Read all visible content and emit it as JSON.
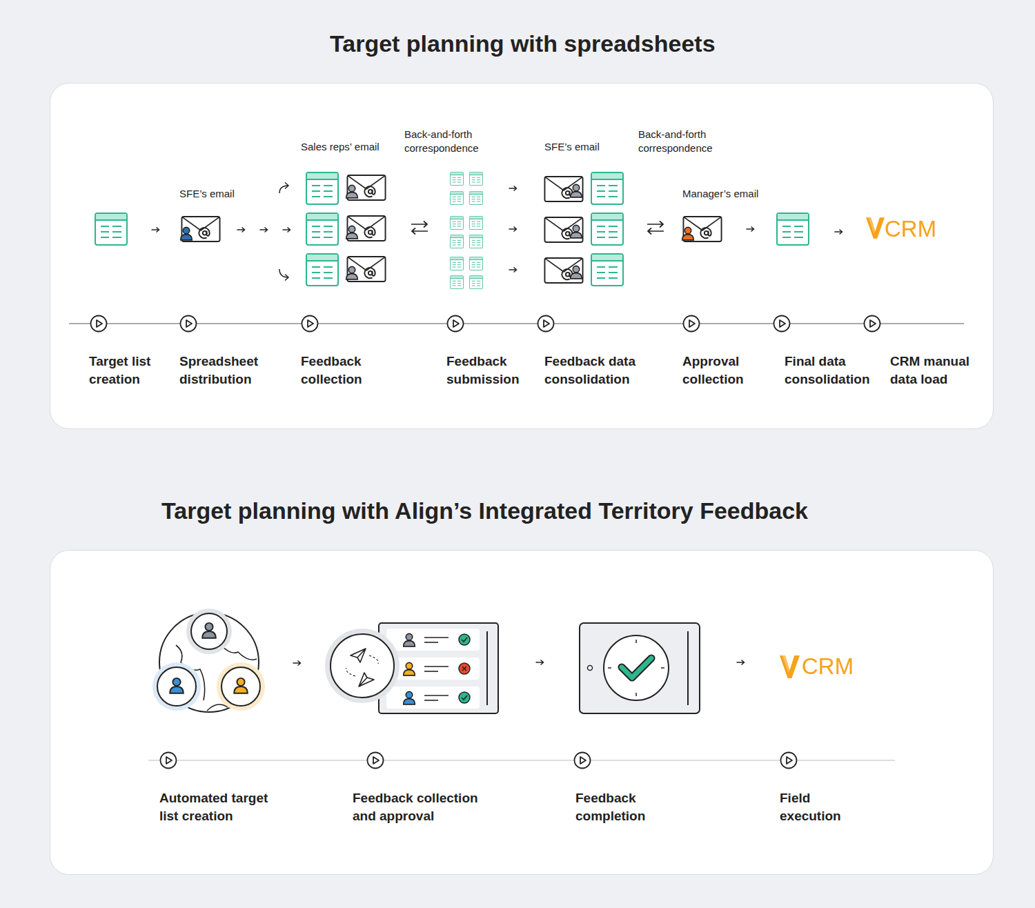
{
  "diagram": {
    "nodes": [
      {
        "text": [
          "Target planning with spreadsheets"
        ]
      },
      {
        "text": [
          "Target planning with Align’s Integrated Territory Feedback"
        ]
      }
    ],
    "labels": [
      "SFE’s email",
      "Sales reps’ email",
      "Back-and-forth correspondence",
      "SFE’s email",
      "Back-and-forth correspondence",
      "Manager’s email",
      "CRM",
      "Target list creation",
      "Spreadsheet distribution",
      "Feedback collection",
      "Feedback submission",
      "Feedback data consolidation",
      "Approval collection",
      "Final data consolidation",
      "CRM manual data load",
      "CRM",
      "Automated target list creation",
      "Feedback collection and approval",
      "Feedback completion",
      "Field execution"
    ]
  }
}
